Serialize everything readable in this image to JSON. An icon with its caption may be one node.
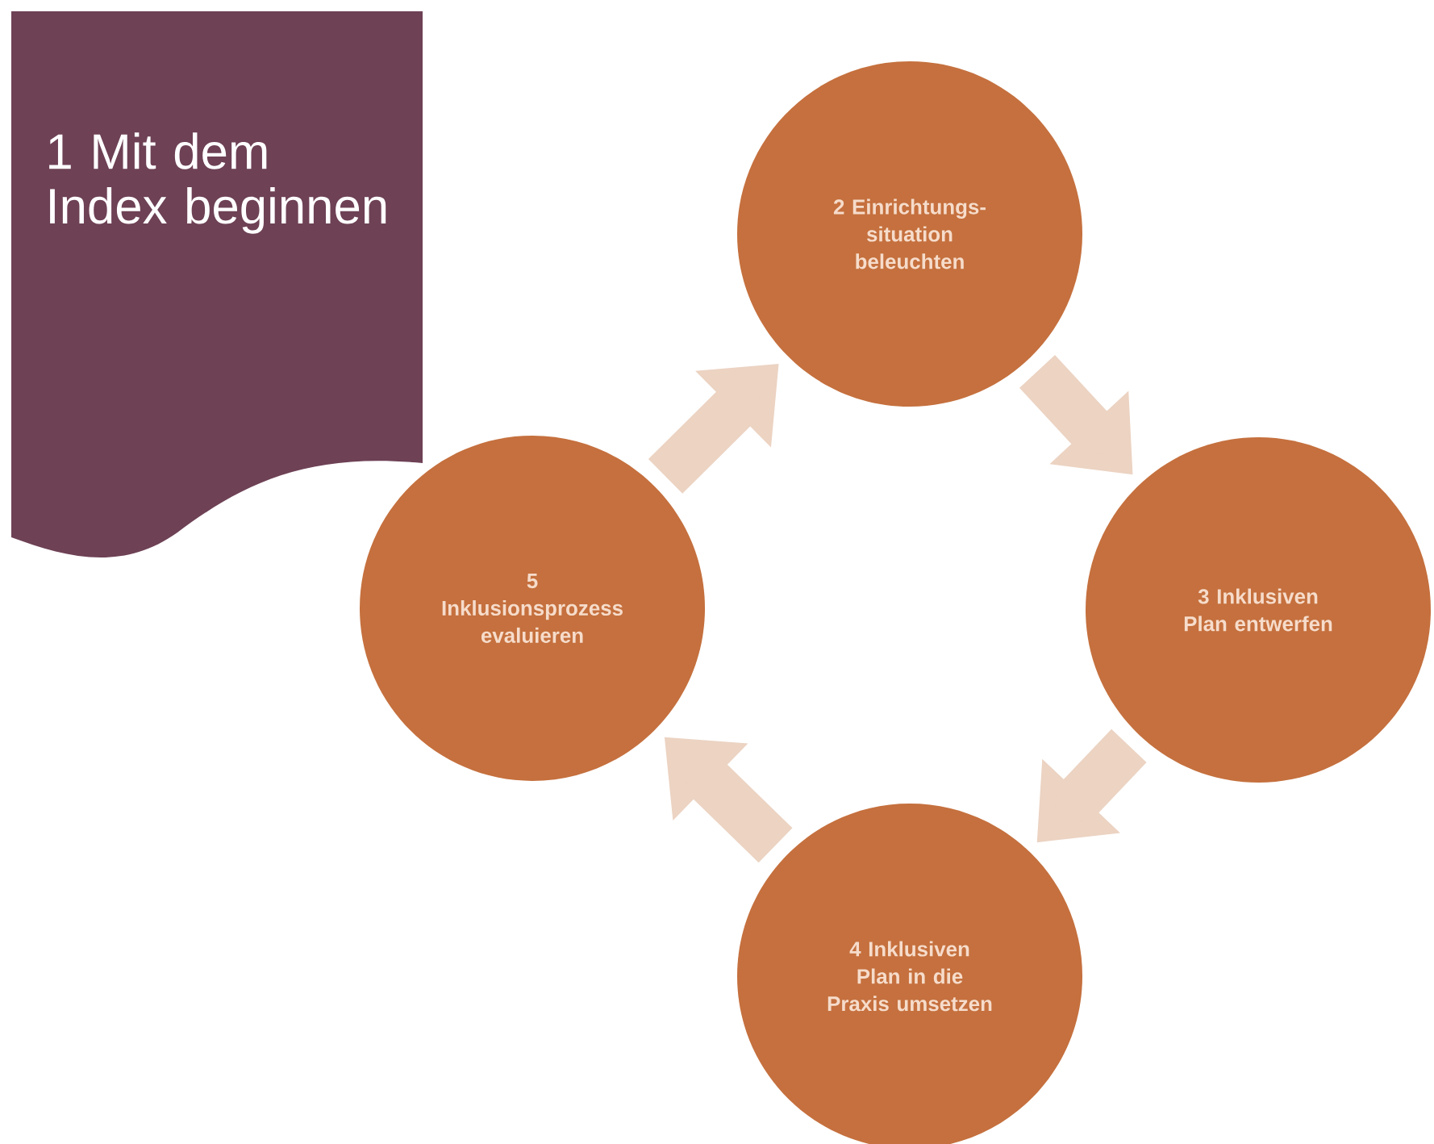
{
  "diagram": {
    "nodes": [
      {
        "text": [
          "1 Mit dem Index beginnen"
        ]
      },
      {
        "text": [
          "2 Einrichtungs-situation beleuchten"
        ]
      },
      {
        "text": [
          "3 Inklusiven Plan entwerfen"
        ]
      },
      {
        "text": [
          "4 Inklusiven Plan in die Praxis umsetzen"
        ]
      },
      {
        "text": [
          "5 Inklusionsprozess evaluieren"
        ]
      }
    ],
    "edges": [
      {
        "from": 1,
        "to": 2,
        "arrow": "to"
      },
      {
        "from": 2,
        "to": 3,
        "arrow": "to"
      },
      {
        "from": 3,
        "to": 4,
        "arrow": "to"
      },
      {
        "from": 4,
        "to": 1,
        "arrow": "to"
      }
    ]
  }
}
